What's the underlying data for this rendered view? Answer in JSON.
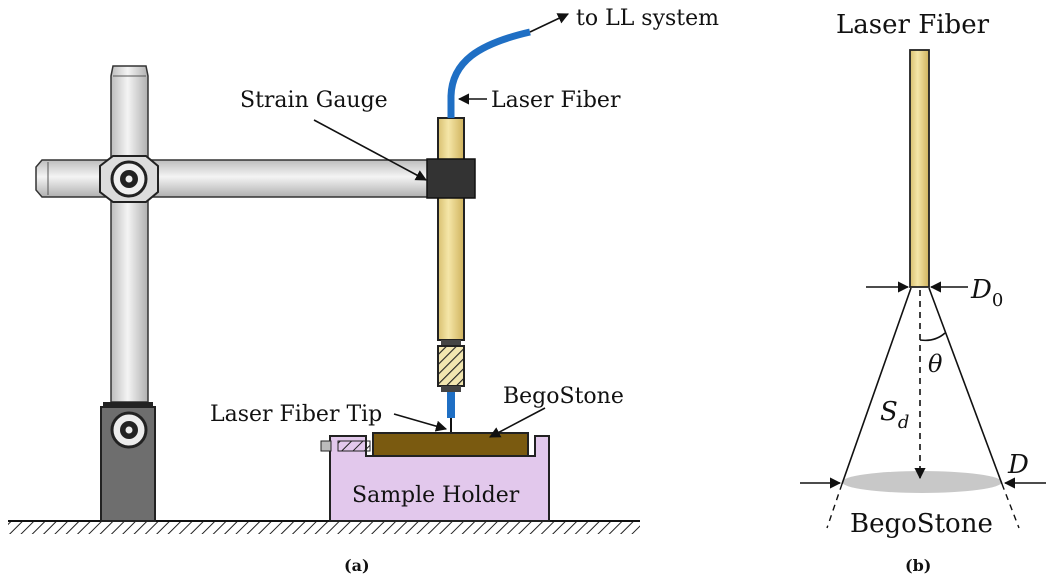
{
  "panel_a": {
    "caption": "(a)",
    "labels": {
      "to_ll_system": "to LL system",
      "strain_gauge": "Strain Gauge",
      "laser_fiber": "Laser Fiber",
      "laser_fiber_tip": "Laser Fiber Tip",
      "begostone": "BegoStone",
      "sample_holder": "Sample Holder"
    }
  },
  "panel_b": {
    "caption": "(b)",
    "labels": {
      "laser_fiber": "Laser Fiber",
      "begostone": "BegoStone",
      "d0_main": "D",
      "d0_sub": "0",
      "d": "D",
      "theta": "θ",
      "sd_main": "S",
      "sd_sub": "d"
    }
  },
  "colors": {
    "stand_metal": "#e0e0e0",
    "stand_base": "#6e6e6e",
    "fiber_holder": "#e8d48c",
    "strain_gauge": "#333333",
    "fiber_blue": "#1f6fc4",
    "begostone": "#7a5a10",
    "sample_holder": "#e2c8ec",
    "spot": "#c8c8c8"
  }
}
